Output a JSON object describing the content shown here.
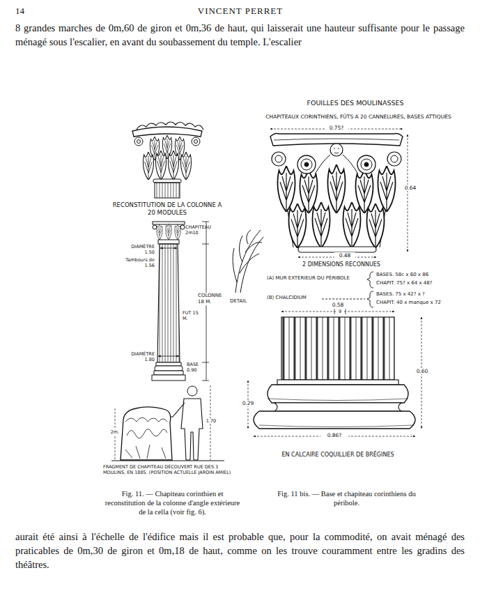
{
  "diagram": {
    "labels": [
      "14",
      "VINCENT PERRET",
      "8 grandes marches de 0m,60 de giron et 0m,36 de haut, qui laisserait une hauteur suffisante pour le passage ménagé sous l'escalier, en avant du soubassement du temple. L'escalier",
      "FOUILLES DES MOULINASSES",
      "CHAPITEAUX CORINTHIENS, FÛTS A 20 CANNELURES, BASES ATTIQUES",
      "0.75?",
      "RECONSTITUTION DE LA COLONNE A 20 MODULES",
      "CHAPITEAU 2m10",
      "DIAMÈTRE 1.50",
      "Tambours de 1.56",
      "0.64",
      "DETAIL",
      "COLONNE 18 M.",
      "FUT 15 M.",
      "0.48",
      "2 DIMENSIONS RECONNUES",
      "(A) MUR EXTÉRIEUR DU PÉRIBOLE",
      "BASES. 58c x 60 x 86",
      "CHAPIT. 75? x 64 x 48?",
      "(B) CHALCIDIUM",
      "BASES. 75 x 42? x ?",
      "CHAPIT. 40 x manque x 72",
      "0.58",
      "9",
      "DIAMÈTRE 1.80",
      "BASE 0.90",
      "0.60",
      "1.70",
      "2m.",
      "0.29",
      "0.86?",
      "EN CALCAIRE COQUILLIER DE BRÉGINES",
      "FRAGMENT DE CHAPITEAU DÉCOUVERT RUE DES 3 MOULINS, EN 1885. (POSITION ACTUELLE JARDIN AMIEL)",
      "Fig. 11. — Chapiteau corinthien et reconstitution de la colonne d'angle extérieure de la cella (voir fig. 6).",
      "Fig. 11 bis. — Base et chapiteau corinthiens du péribole.",
      "aurait été ainsi à l'échelle de l'édifice mais il est probable que, pour la commodité, on avait ménagé des praticables de 0m,30 de giron et 0m,18 de haut, comme on les trouve couramment entre les gradins des théâtres."
    ]
  }
}
